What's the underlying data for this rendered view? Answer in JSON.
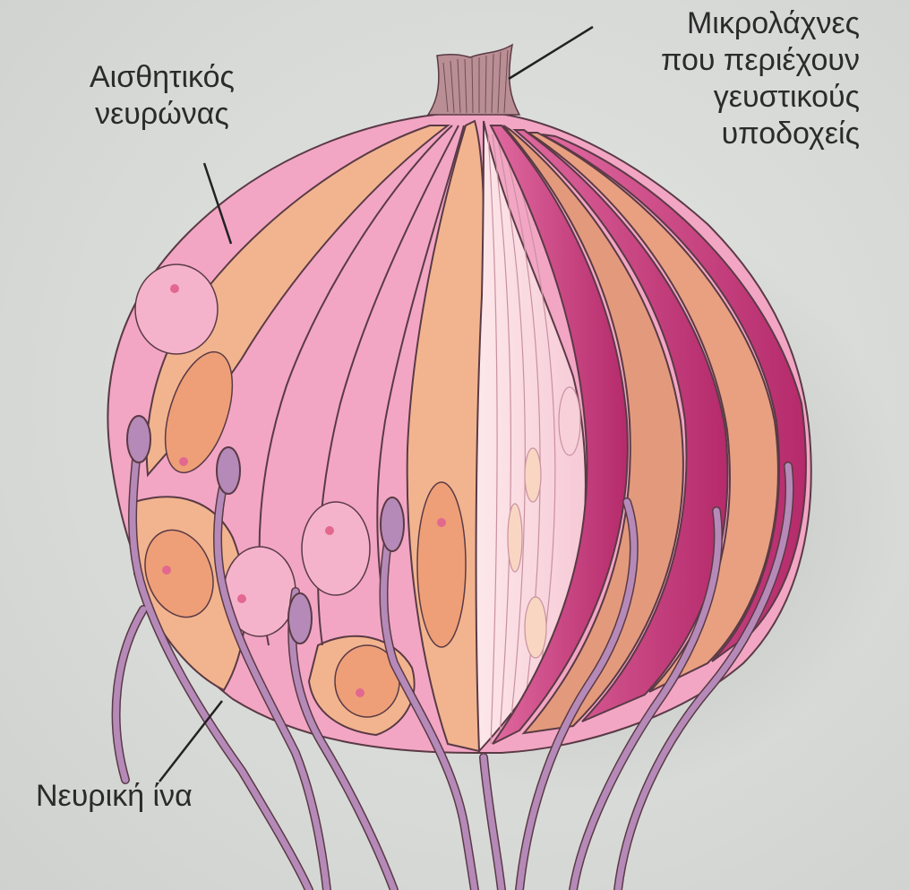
{
  "labels": {
    "sensory_neuron": [
      "Αισθητικός",
      "νευρώνας"
    ],
    "microvilli": [
      "Μικρολάχνες",
      "που περιέχουν",
      "γευστικούς",
      "υποδοχείς"
    ],
    "nerve_fiber": "Νευρική ίνα"
  },
  "colors": {
    "background": "#d8dad8",
    "pink_cell": "#f2a6c4",
    "peach_cell": "#f2b48f",
    "nucleus_pink": "#f7b9d0",
    "nucleus_peach": "#ee9f78",
    "magenta": "#c8397a",
    "cut_interior": "#fbe0e6",
    "nerve": "#b58ab8",
    "outline": "#5a3a45"
  }
}
